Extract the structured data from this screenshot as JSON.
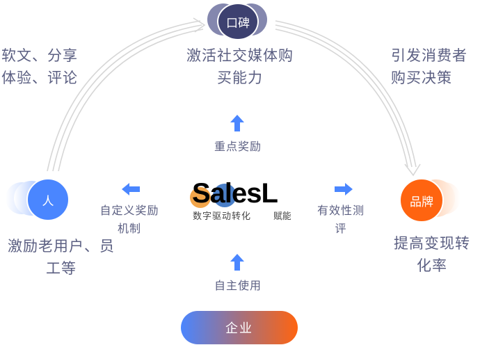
{
  "nodes": {
    "top": {
      "label": "口碑",
      "color": "#3d4170"
    },
    "left": {
      "label": "人",
      "color": "#4a86ff"
    },
    "right": {
      "label": "品牌",
      "color": "#ff6410"
    }
  },
  "logo": {
    "wordmark": "SalesL",
    "tagline": "数字驱动转化",
    "tagline_cut": "赋能"
  },
  "texts": {
    "top_left": [
      "软文、分享",
      "体验、评论"
    ],
    "top_center": [
      "激活社交媒体购",
      "买能力"
    ],
    "top_right": [
      "引发消费者",
      "购买决策"
    ],
    "bottom_left": [
      "激励老用户、员",
      "工等"
    ],
    "bottom_right": [
      "提高变现转",
      "化率"
    ]
  },
  "arrows": {
    "up_top": {
      "label": "重点奖励",
      "direction": "up"
    },
    "left": {
      "label_lines": [
        "自定义奖励",
        "机制"
      ],
      "direction": "left"
    },
    "right": {
      "label_lines": [
        "有效性测",
        "评"
      ],
      "direction": "right"
    },
    "up_bottom": {
      "label": "自主使用",
      "direction": "up"
    }
  },
  "enterprise_button": {
    "label": "企业"
  },
  "colors": {
    "arrow_blue": "#4a86ff",
    "text": "#5b5f82",
    "arc": "#d8d8d8"
  }
}
